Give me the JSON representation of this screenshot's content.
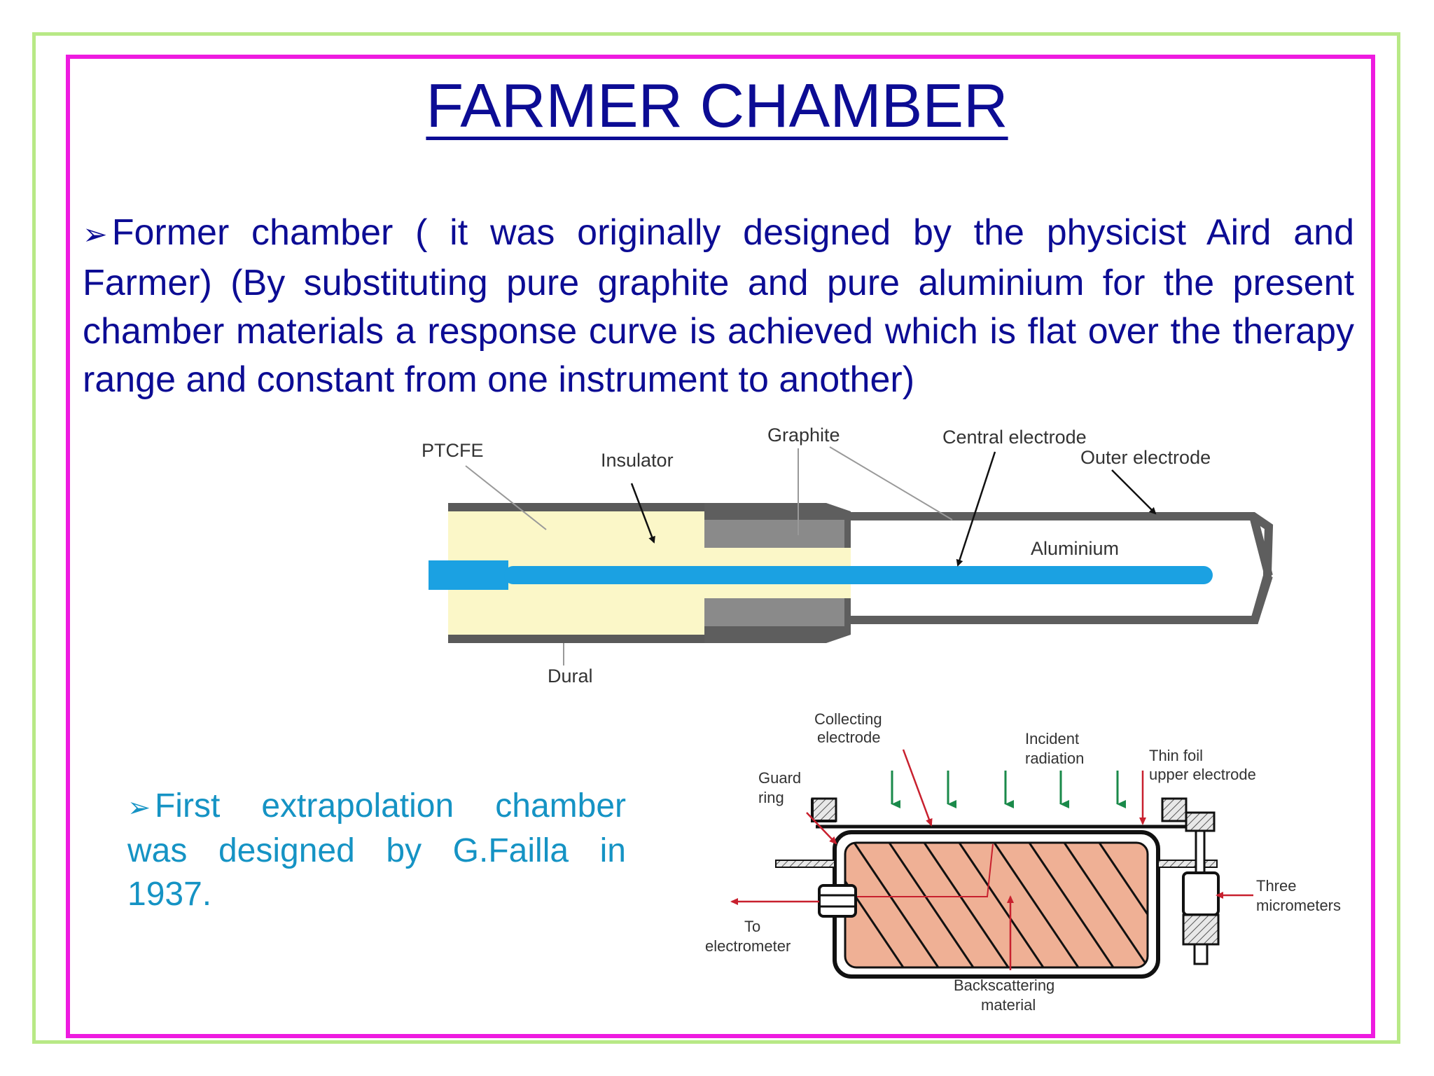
{
  "slide": {
    "title": "FARMER CHAMBER",
    "bullet_symbol": "➢",
    "paragraph1": "Former chamber  ( it was originally designed by the physicist Aird and Farmer) (By substituting pure graphite and pure aluminium for the present chamber materials a response curve is achieved which is flat over the therapy range and constant from one instrument to another)",
    "paragraph2": "First extrapolation chamber was designed by G.Failla in 1937."
  },
  "farmer_diagram": {
    "labels": {
      "ptcfe": "PTCFE",
      "insulator": "Insulator",
      "graphite": "Graphite",
      "central_electrode": "Central electrode",
      "outer_electrode": "Outer electrode",
      "aluminium": "Aluminium",
      "dural": "Dural"
    }
  },
  "extrapolation_diagram": {
    "labels": {
      "collecting_1": "Collecting",
      "collecting_2": "electrode",
      "incident_1": "Incident",
      "incident_2": "radiation",
      "thinfoil_1": "Thin foil",
      "thinfoil_2": "upper electrode",
      "guard_1": "Guard",
      "guard_2": "ring",
      "three_1": "Three",
      "three_2": "micrometers",
      "to_1": "To",
      "to_2": "electrometer",
      "back_1": "Backscattering",
      "back_2": "material"
    }
  },
  "colors": {
    "title": "#0c0c94",
    "body_text": "#0c0c94",
    "highlight_text": "#1593c4",
    "outer_frame": "#b8e986",
    "inner_frame": "#ee1be0"
  }
}
